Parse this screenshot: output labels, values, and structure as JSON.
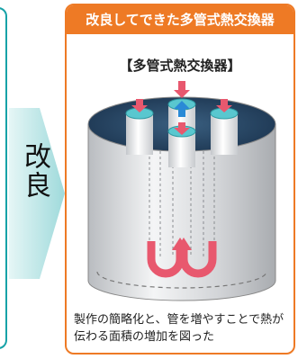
{
  "panel": {
    "header": "改良してできた多管式熱交換器",
    "diagram_title": "【多管式熱交換器】",
    "caption": "製作の簡略化と、管を増やすことで熱が伝わる面積の増加を図った"
  },
  "step_arrow": {
    "label": "改良"
  },
  "colors": {
    "accent_orange": "#ee7a25",
    "teal": "#17a2a8",
    "flow_pink": "#e8586e",
    "flow_blue": "#2a8ad6"
  }
}
